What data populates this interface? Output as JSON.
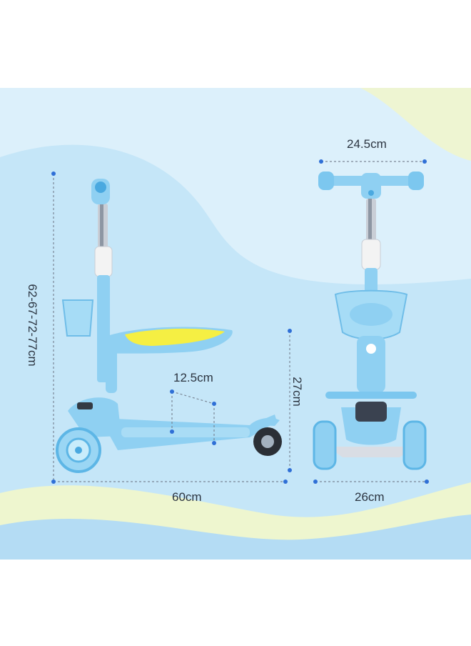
{
  "dimensions": {
    "height_range": "62-67-72-77cm",
    "length": "60cm",
    "footrest": "12.5cm",
    "deck_height": "27cm",
    "handlebar_width": "24.5cm",
    "wheelbase_width": "26cm"
  },
  "colors": {
    "background_light": "#d7eefa",
    "background_blue": "#bfe2f6",
    "wave_yellow": "#f2f5c8",
    "scooter_blue": "#8fd0f2",
    "scooter_dark_blue": "#4aa9e0",
    "seat_yellow": "#f5ef43",
    "dimension_line": "#7b8796",
    "dimension_dot": "#2f6fd6"
  }
}
